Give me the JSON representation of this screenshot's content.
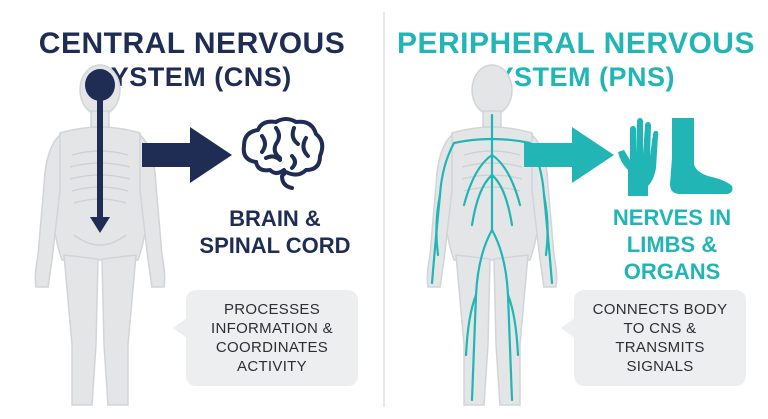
{
  "colors": {
    "cns": "#1f2d55",
    "pns": "#22b5b5",
    "body": "#e3e5e7",
    "bubble": "#eceef0"
  },
  "left": {
    "title_line1": "CENTRAL NERVOUS",
    "title_line2": "SYSTEM (CNS)",
    "label_line1": "BRAIN &",
    "label_line2": "SPINAL CORD",
    "bubble_lines": [
      "PROCESSES",
      "INFORMATION &",
      "COORDINATES",
      "ACTIVITY"
    ],
    "icons": [
      "body-silhouette-icon",
      "arrow-right-icon",
      "brain-icon"
    ]
  },
  "right": {
    "title_line1": "PERIPHERAL NERVOUS",
    "title_line2": "SYSTEM (PNS)",
    "label_lines": [
      "NERVES IN",
      "LIMBS &",
      "ORGANS"
    ],
    "bubble_lines": [
      "CONNECTS BODY",
      "TO CNS &",
      "TRANSMITS",
      "SIGNALS"
    ],
    "icons": [
      "body-silhouette-icon",
      "arrow-right-icon",
      "hand-icon",
      "foot-icon"
    ]
  }
}
